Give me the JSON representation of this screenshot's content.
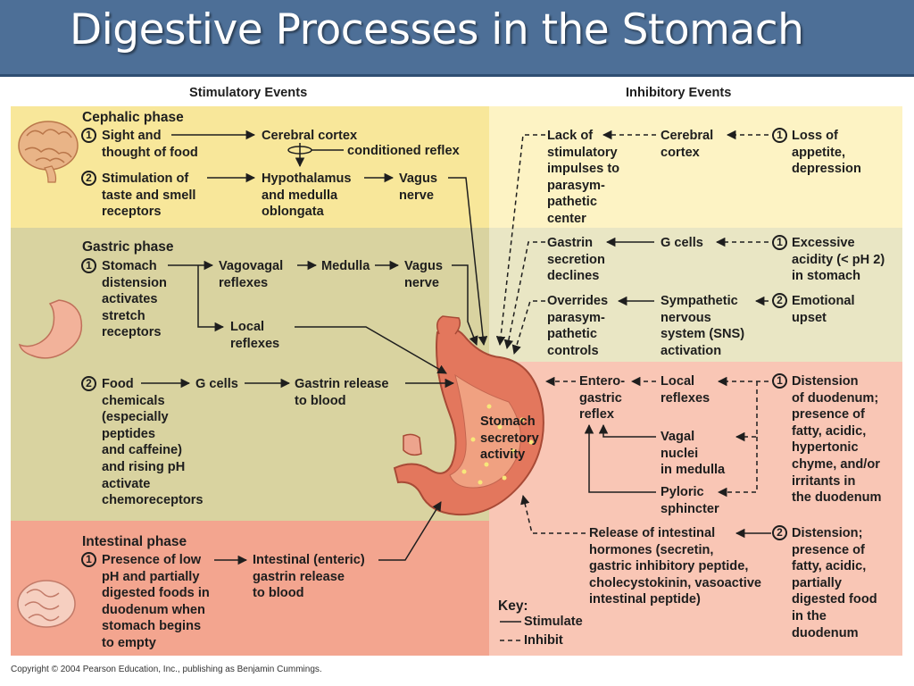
{
  "title": "Digestive Processes in the Stomach",
  "columns": {
    "stimulatory": "Stimulatory Events",
    "inhibitory": "Inhibitory Events"
  },
  "phases": {
    "cephalic": "Cephalic phase",
    "gastric": "Gastric phase",
    "intestinal": "Intestinal phase"
  },
  "numbers": [
    "1",
    "2",
    "1",
    "2",
    "1",
    "1",
    "1",
    "2",
    "1",
    "2"
  ],
  "stim": {
    "sight": "Sight and\nthought of food",
    "cortex": "Cerebral cortex",
    "conditioned": "conditioned reflex",
    "taste": "Stimulation of\ntaste and smell\nreceptors",
    "hypothalamus": "Hypothalamus\nand medulla\noblongata",
    "vagus1": "Vagus\nnerve",
    "distension": "Stomach\ndistension\nactivates\nstretch\nreceptors",
    "vagovagal": "Vagovagal\nreflexes",
    "medulla": "Medulla",
    "vagus2": "Vagus\nnerve",
    "local": "Local\nreflexes",
    "food": "Food\nchemicals\n(especially\npeptides\nand caffeine)\nand rising pH\nactivate\nchemoreceptors",
    "gcells": "G cells",
    "gastrin_release": "Gastrin release\nto blood",
    "low_ph": "Presence of low\npH and partially\ndigested foods in\nduodenum when\nstomach begins\nto empty",
    "intestinal_gastrin": "Intestinal (enteric)\ngastrin release\nto blood"
  },
  "center": "Stomach\nsecretory\nactivity",
  "inhib": {
    "lack": "Lack of\nstimulatory\nimpulses to\nparasym-\npathetic\ncenter",
    "cortex": "Cerebral\ncortex",
    "loss": "Loss of\nappetite,\ndepression",
    "gastrin_declines": "Gastrin\nsecretion\ndeclines",
    "gcells": "G cells",
    "acidity": "Excessive\nacidity (< pH 2)\nin stomach",
    "overrides": "Overrides\nparasym-\npathetic\ncontrols",
    "sympathetic": "Sympathetic\nnervous\nsystem (SNS)\nactivation",
    "emotional": "Emotional\nupset",
    "enterogastric": "Entero-\ngastric\nreflex",
    "local": "Local\nreflexes",
    "vagal": "Vagal\nnuclei\nin medulla",
    "pyloric": "Pyloric\nsphincter",
    "duodenum1": "Distension\nof duodenum;\npresence of\nfatty, acidic,\nhypertonic\nchyme, and/or\nirritants in\nthe duodenum",
    "hormones": "Release of intestinal\nhormones (secretin,\ngastric inhibitory peptide,\ncholecystokinin, vasoactive\nintestinal peptide)",
    "duodenum2": "Distension;\npresence of\nfatty, acidic,\npartially\ndigested food\nin the\nduodenum"
  },
  "key": {
    "title": "Key:",
    "stimulate": "Stimulate",
    "inhibit": "Inhibit"
  },
  "copyright": "Copyright © 2004 Pearson Education, Inc., publishing as Benjamin Cummings.",
  "colors": {
    "title_bg": "#4d6f97",
    "cephalic_left": "#f8e79a",
    "cephalic_right": "#fdf3c4",
    "gastric_left": "#d9d3a0",
    "gastric_right": "#e9e6c4",
    "intestinal_left": "#f3a58f",
    "intestinal_right": "#f9c6b5"
  }
}
